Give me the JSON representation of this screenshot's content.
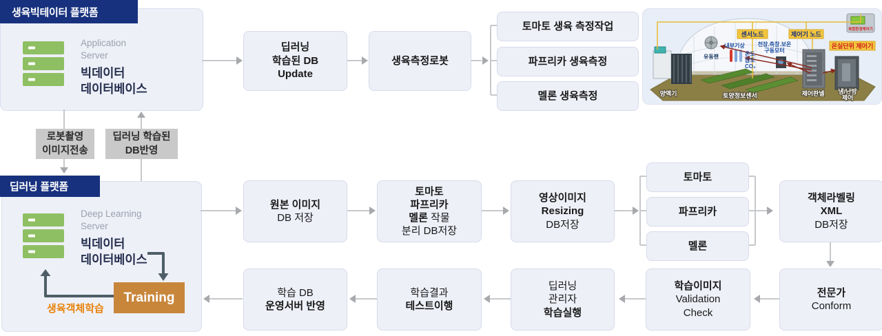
{
  "top_platform": {
    "badge": "생육빅테이터 플랫폼",
    "server_label_1": "Application",
    "server_label_2": "Server",
    "db_line_1": "빅데이터",
    "db_line_2": "데이터베이스"
  },
  "top_flow": {
    "update_box": {
      "l1": "딥러닝",
      "l2": "학습된 DB",
      "l3": "Update"
    },
    "robot_box": "생육측정로봇",
    "branches": [
      "토마토 생육 측정작업",
      "파프리카 생육측정",
      "멜론 생육측정"
    ]
  },
  "connectors": {
    "robot_transfer": {
      "l1": "로봇촬영",
      "l2": "이미지전송"
    },
    "db_apply": {
      "l1": "딥러닝 학습된",
      "l2": "DB반영"
    }
  },
  "bottom_platform": {
    "badge": "딥러닝 플랫폼",
    "server_label_1": "Deep Learning",
    "server_label_2": "Server",
    "db_line_1": "빅데이터",
    "db_line_2": "데이터베이스",
    "training": "Training",
    "loop_label": "생육객체학습"
  },
  "pipeline": {
    "original_image": {
      "l1": "원본 이미지",
      "l2": "DB 저장"
    },
    "crop_split": {
      "l1": "토마토",
      "l2": "파프리카",
      "l3b": "멜론",
      "l3r": "작물",
      "l4": "분리 DB저장"
    },
    "resizing": {
      "l1": "영상이미지",
      "l2": "Resizing",
      "l3": "DB저장"
    },
    "crops": [
      "토마토",
      "파프리카",
      "멜론"
    ],
    "labeling": {
      "l1": "객체라벨링",
      "l2": "XML",
      "l3": "DB저장"
    },
    "expert": {
      "l1": "전문가",
      "l2": "Conform"
    },
    "validation": {
      "l1": "학습이미지",
      "l2": "Validation",
      "l3": "Check"
    },
    "train_exec": {
      "l1": "딥러닝",
      "l2": "관리자",
      "l3": "학습실행"
    },
    "test": {
      "l1": "학습결과",
      "l2": "테스트이행"
    },
    "deploy": {
      "l1": "학습 DB",
      "l2": "운영서버 반영"
    }
  },
  "greenhouse": {
    "sensor_node": "센서노드",
    "controller_node": "제어기 노드",
    "unit_controller": "온실단위 제어기",
    "device": "복합환경제어기",
    "indoor_weather": "내부기상",
    "motor_l1": "천장.측창.보온",
    "motor_l2": "구동모터",
    "temp": "온도",
    "humidity": "습도",
    "co2": "CO₂",
    "fan": "유동팬",
    "nutrient": "양액기",
    "soil_sensor": "토양정보센서",
    "control_panel": "제어판넬",
    "hvac_l1": "냉/난방",
    "hvac_l2": "제어"
  },
  "colors": {
    "navy": "#17317e",
    "box_bg": "#eef0f8",
    "box_border": "#d7daea",
    "gray_label_bg": "#c9c9c9",
    "line_gray": "#c6c8cc",
    "arrow_gray": "#a7a9ad",
    "training_orange": "#c8863b",
    "loop_orange": "#e8820a",
    "server_green": "#8fbf63",
    "slate_arrow": "#4e5e66",
    "label_yellow": "#f2c53d"
  }
}
